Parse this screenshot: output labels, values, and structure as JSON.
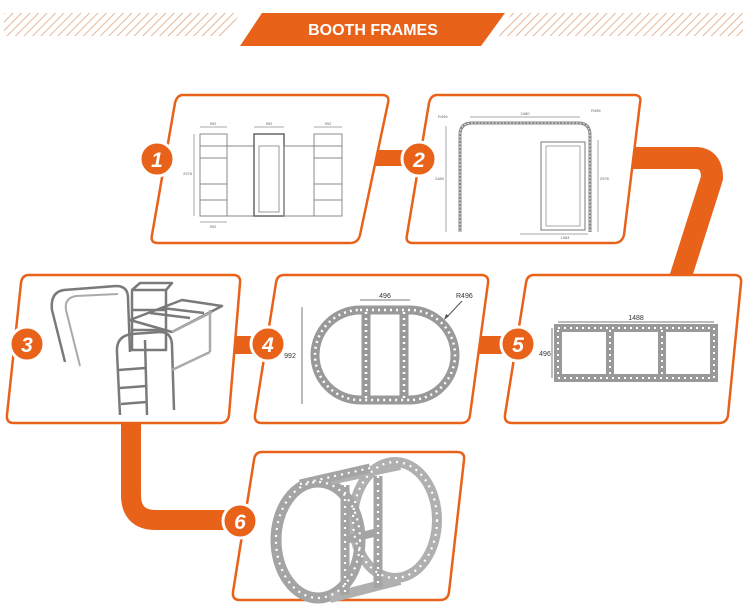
{
  "header": {
    "title": "BOOTH FRAMES"
  },
  "colors": {
    "accent": "#e8621a",
    "frame_stroke": "#555555",
    "panel_stroke": "#e8621a",
    "frame_fill": "#d8d8d8"
  },
  "steps": [
    {
      "number": "1",
      "icon": "booth-front-elevation-drawing"
    },
    {
      "number": "2",
      "icon": "arched-frame-dimension-drawing"
    },
    {
      "number": "3",
      "icon": "assembled-booth-3d-render"
    },
    {
      "number": "4",
      "icon": "oval-frame-drawing"
    },
    {
      "number": "5",
      "icon": "triple-square-frame-drawing"
    },
    {
      "number": "6",
      "icon": "oval-frame-3d-render"
    }
  ],
  "panel4": {
    "width_label": "496",
    "radius_label": "R496",
    "height_label": "992"
  },
  "panel5": {
    "width_label": "1488",
    "height_label": "496"
  },
  "panel2": {
    "width_label": "2480",
    "radius_label_left": "R496",
    "radius_label_right": "R496",
    "height_left": "2480",
    "height_right": "2976",
    "base_label": "1984"
  },
  "panel1": {
    "top_left": "992",
    "top_mid": "992",
    "top_right": "992",
    "side": "2976",
    "bottom": "992"
  }
}
